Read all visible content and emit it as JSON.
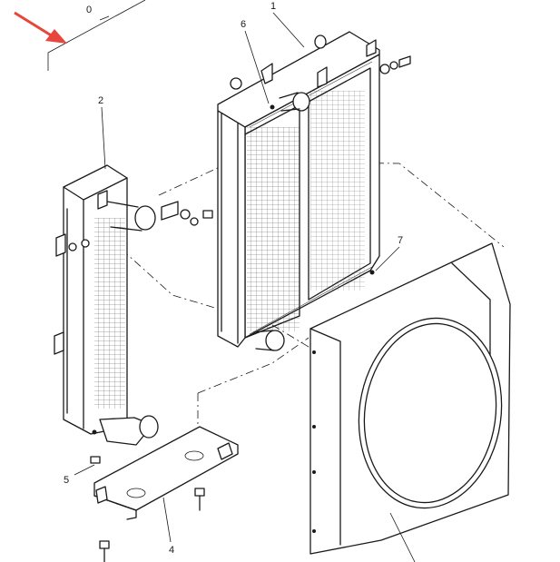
{
  "callouts": {
    "c0": "0",
    "c1": "1",
    "c2": "2",
    "c4": "4",
    "c5": "5",
    "c6": "6",
    "c7": "7"
  },
  "colors": {
    "line": "#1a1a1a",
    "indicator_arrow": "#e8453c",
    "background": "#ffffff"
  }
}
